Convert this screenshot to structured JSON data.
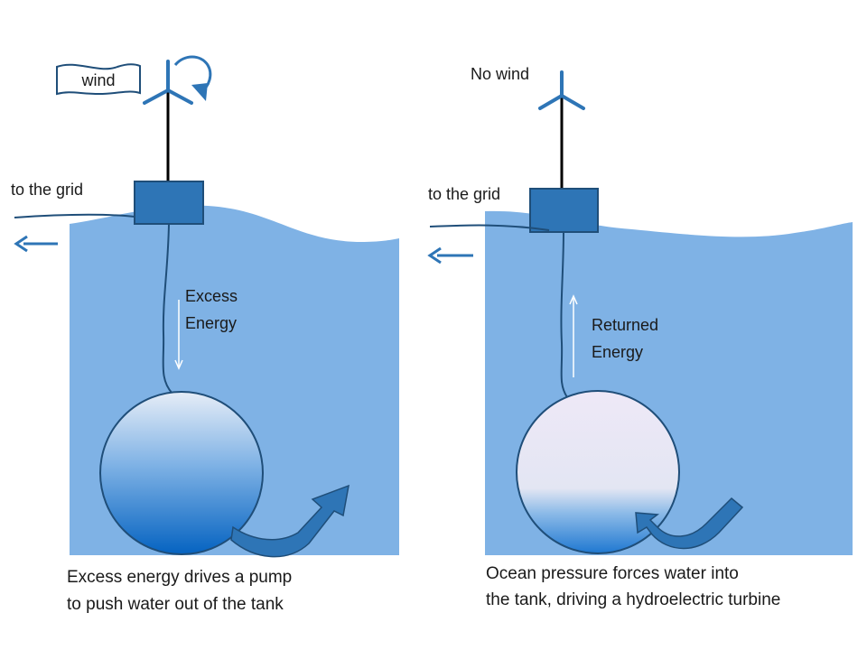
{
  "left_panel": {
    "wind_label": "wind",
    "grid_label": "to the grid",
    "energy_label_line1": "Excess",
    "energy_label_line2": "Energy",
    "caption_line1": "Excess energy drives a pump",
    "caption_line2": "to push water out of the tank"
  },
  "right_panel": {
    "wind_label": "No wind",
    "grid_label": "to the grid",
    "energy_label_line1": "Returned",
    "energy_label_line2": "Energy",
    "caption_line1": "Ocean pressure forces water into",
    "caption_line2": "the tank, driving a hydroelectric turbine"
  },
  "colors": {
    "ocean": "#7fb2e5",
    "device": "#2e75b6",
    "outline": "#1f4e79",
    "arrow": "#2e75b6",
    "tank_full_top": "#dfe8f5",
    "tank_full_bottom": "#0563c1",
    "tank_empty_top": "#eee8f7"
  },
  "icons": [
    "wind-turbine-icon",
    "rotation-arrow-icon",
    "grid-arrow-icon",
    "flow-arrow-icon"
  ]
}
